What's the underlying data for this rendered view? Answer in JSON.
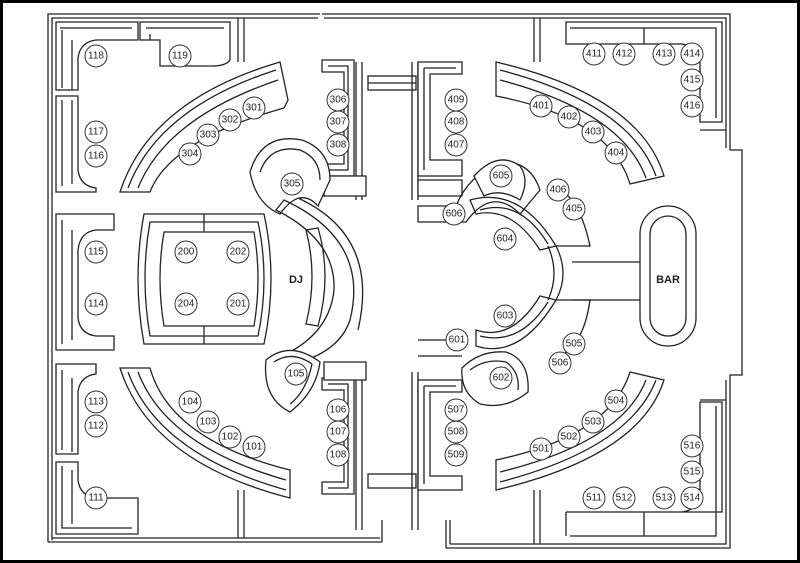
{
  "labels": {
    "dj": "DJ",
    "bar": "BAR"
  },
  "seats": {
    "s118": "118",
    "s119": "119",
    "s117": "117",
    "s116": "116",
    "s115": "115",
    "s114": "114",
    "s113": "113",
    "s112": "112",
    "s111": "111",
    "s301": "301",
    "s302": "302",
    "s303": "303",
    "s304": "304",
    "s305": "305",
    "s306": "306",
    "s307": "307",
    "s308": "308",
    "s200": "200",
    "s202": "202",
    "s204": "204",
    "s201": "201",
    "s104": "104",
    "s103": "103",
    "s102": "102",
    "s101": "101",
    "s105": "105",
    "s106": "106",
    "s107": "107",
    "s108": "108",
    "s409": "409",
    "s408": "408",
    "s407": "407",
    "s401": "401",
    "s402": "402",
    "s403": "403",
    "s404": "404",
    "s411": "411",
    "s412": "412",
    "s413": "413",
    "s414": "414",
    "s415": "415",
    "s416": "416",
    "s605": "605",
    "s606": "606",
    "s604": "604",
    "s406": "406",
    "s405": "405",
    "s603": "603",
    "s601": "601",
    "s602": "602",
    "s505": "505",
    "s506": "506",
    "s507": "507",
    "s508": "508",
    "s509": "509",
    "s504": "504",
    "s503": "503",
    "s502": "502",
    "s501": "501",
    "s516": "516",
    "s515": "515",
    "s511": "511",
    "s512": "512",
    "s513": "513",
    "s514": "514"
  }
}
